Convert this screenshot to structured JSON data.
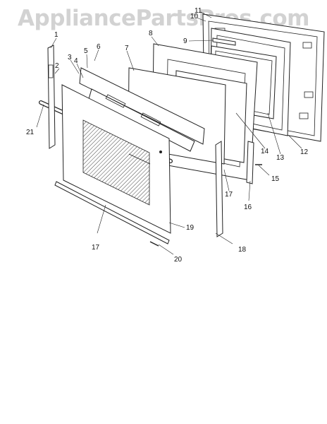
{
  "watermark": "AppliancePartsPros.com",
  "callouts": [
    "1",
    "2",
    "3",
    "4",
    "5",
    "6",
    "7",
    "8",
    "9",
    "10",
    "11",
    "12",
    "13",
    "14",
    "15",
    "16",
    "17",
    "17",
    "18",
    "19",
    "20",
    "21"
  ]
}
